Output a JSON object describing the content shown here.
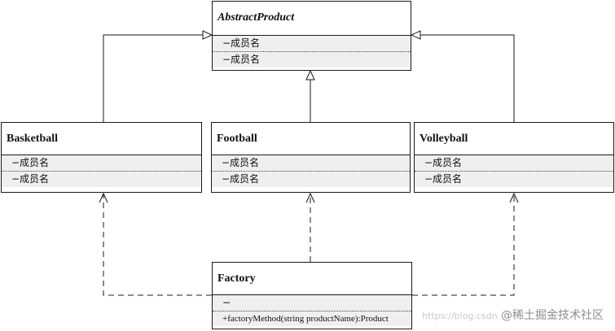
{
  "diagram": {
    "classes": {
      "abstract_product": {
        "name": "AbstractProduct",
        "attributes": [
          "−成员名",
          "−成员名"
        ]
      },
      "basketball": {
        "name": "Basketball",
        "attributes": [
          "−成员名",
          "−成员名"
        ]
      },
      "football": {
        "name": "Football",
        "attributes": [
          "−成员名",
          "−成员名"
        ]
      },
      "volleyball": {
        "name": "Volleyball",
        "attributes": [
          "−成员名",
          "−成员名"
        ]
      },
      "factory": {
        "name": "Factory",
        "attributes": [
          "−"
        ],
        "operations": [
          "+factoryMethod(string productName):Product"
        ]
      }
    },
    "relations": [
      {
        "type": "generalization",
        "from": "Basketball",
        "to": "AbstractProduct"
      },
      {
        "type": "generalization",
        "from": "Football",
        "to": "AbstractProduct"
      },
      {
        "type": "generalization",
        "from": "Volleyball",
        "to": "AbstractProduct"
      },
      {
        "type": "dependency",
        "from": "Factory",
        "to": "Basketball"
      },
      {
        "type": "dependency",
        "from": "Factory",
        "to": "Football"
      },
      {
        "type": "dependency",
        "from": "Factory",
        "to": "Volleyball"
      }
    ]
  },
  "watermark": {
    "url_fragment": "https://blog.csdn",
    "text": "@稀土掘金技术社区"
  },
  "colors": {
    "line": "#1a1a1a",
    "compartment_fill": "#efefef",
    "watermark": "#8f8f8f"
  }
}
